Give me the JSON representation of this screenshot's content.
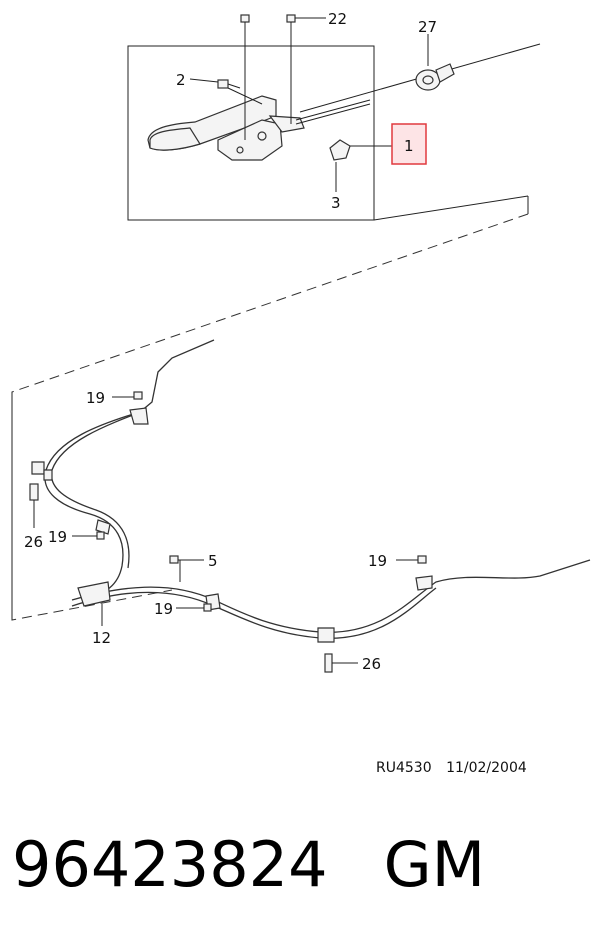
{
  "callouts": {
    "c22": "22",
    "c27": "27",
    "c2": "2",
    "c1": "1",
    "c3": "3",
    "c19a": "19",
    "c26a": "26",
    "c19b": "19",
    "c5": "5",
    "c19c": "19",
    "c19d": "19",
    "c12": "12",
    "c26b": "26"
  },
  "reference": {
    "code": "RU4530",
    "date": "11/02/2004"
  },
  "footer": {
    "part_number": "96423824",
    "brand": "GM"
  },
  "colors": {
    "highlight": "#e0393e",
    "highlight_fill": "#fde4e6",
    "line": "#222222"
  }
}
